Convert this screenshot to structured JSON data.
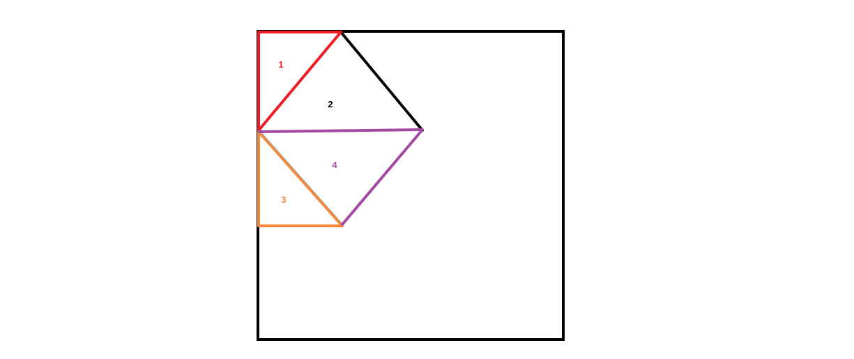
{
  "diagram": {
    "labels": {
      "region_1": "1",
      "region_2": "2",
      "region_3": "3",
      "region_4": "4"
    },
    "colors": {
      "background": "#ffffff",
      "square_outline": "#000000",
      "triangle_1": "#ed1c24",
      "triangle_2": "#000000",
      "triangle_3": "#f6883b",
      "triangle_4": "#a349a4",
      "underline_accent": "#00a2e8"
    }
  }
}
